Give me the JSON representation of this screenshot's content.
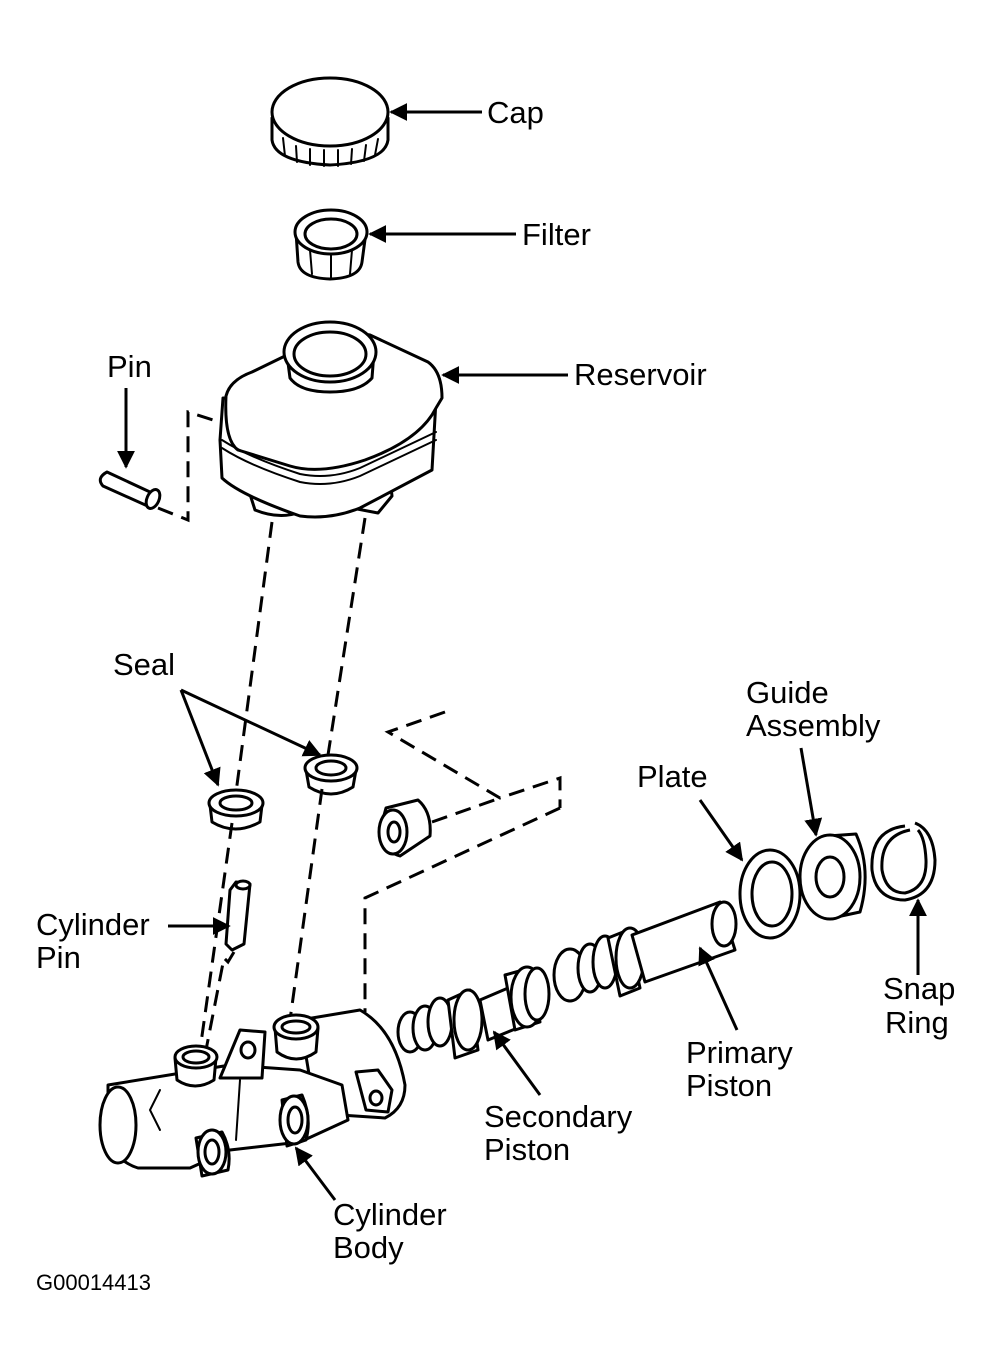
{
  "labels": {
    "cap": "Cap",
    "filter": "Filter",
    "pin": "Pin",
    "reservoir": "Reservoir",
    "seal": "Seal",
    "guide_assembly": [
      "Guide",
      "Assembly"
    ],
    "plate": "Plate",
    "cylinder_pin": [
      "Cylinder",
      "Pin"
    ],
    "snap_ring": [
      "Snap",
      "Ring"
    ],
    "primary_piston": [
      "Primary",
      "Piston"
    ],
    "secondary_piston": [
      "Secondary",
      "Piston"
    ],
    "cylinder_body": [
      "Cylinder",
      "Body"
    ]
  },
  "figure_code": "G00014413"
}
